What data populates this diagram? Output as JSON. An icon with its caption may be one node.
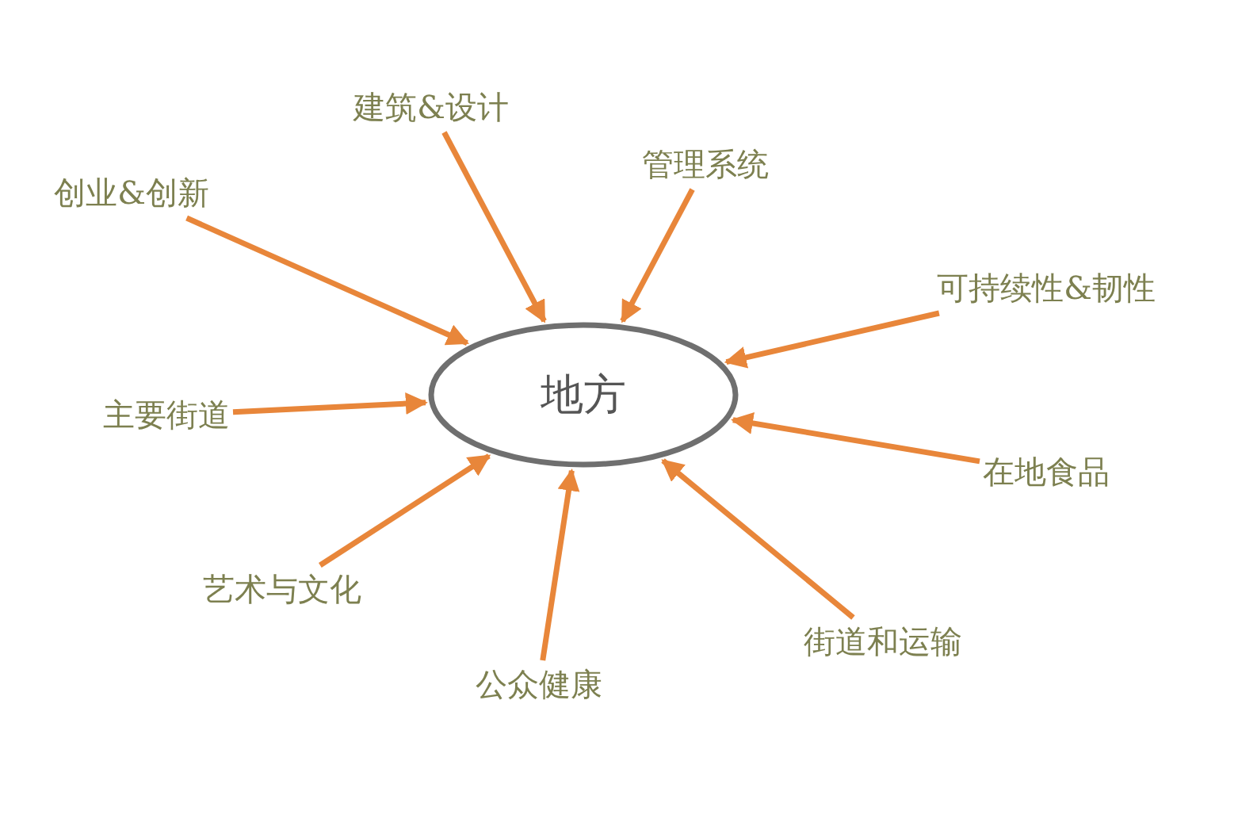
{
  "diagram": {
    "nodes": [
      {
        "text": [
          "地方"
        ]
      },
      {
        "text": [
          "创业&创新"
        ]
      },
      {
        "text": [
          "建筑&设计"
        ]
      },
      {
        "text": [
          "管理系统"
        ]
      },
      {
        "text": [
          "可持续性&韧性"
        ]
      },
      {
        "text": [
          "主要街道"
        ]
      },
      {
        "text": [
          "在地食品"
        ]
      },
      {
        "text": [
          "艺术与文化"
        ]
      },
      {
        "text": [
          "街道和运输"
        ]
      },
      {
        "text": [
          "公众健康"
        ]
      }
    ],
    "edges": [
      {
        "from": 1,
        "to": 0,
        "arrow": "to"
      },
      {
        "from": 2,
        "to": 0,
        "arrow": "to"
      },
      {
        "from": 3,
        "to": 0,
        "arrow": "to"
      },
      {
        "from": 4,
        "to": 0,
        "arrow": "to"
      },
      {
        "from": 5,
        "to": 0,
        "arrow": "to"
      },
      {
        "from": 6,
        "to": 0,
        "arrow": "to"
      },
      {
        "from": 7,
        "to": 0,
        "arrow": "to"
      },
      {
        "from": 8,
        "to": 0,
        "arrow": "to"
      },
      {
        "from": 9,
        "to": 0,
        "arrow": "to"
      }
    ]
  }
}
